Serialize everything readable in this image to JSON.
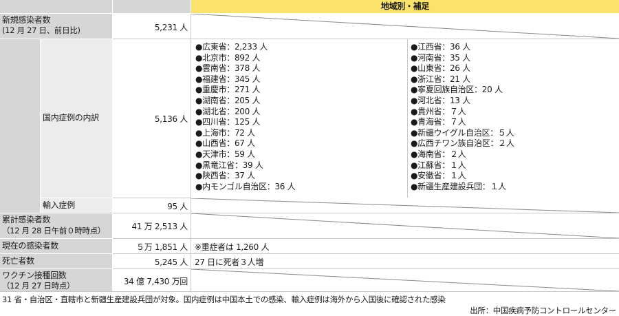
{
  "header": {
    "region_title": "地域別・補足"
  },
  "rows": {
    "new_cases": {
      "label_line1": "新規感染者数",
      "label_line2": "(12 月 27 日、前日比)",
      "value": "5,231 人"
    },
    "domestic": {
      "label": "国内症例の内訳",
      "value": "5,136 人",
      "list_left": [
        "●広東省：2,233 人",
        "●北京市：892 人",
        "●雲南省：378 人",
        "●福建省：345 人",
        "●重慶市：271 人",
        "●湖南省：205 人",
        "●湖北省：200 人",
        "●四川省：125 人",
        "●上海市：72 人",
        "●山西省：67 人",
        "●天津市：59 人",
        "●黒竜江省：39 人",
        "●陝西省：37 人",
        "●内モンゴル自治区：36 人"
      ],
      "list_right": [
        "●江西省：36 人",
        "●河南省：35 人",
        "●山東省：26 人",
        "●浙江省：21 人",
        "●寧夏回族自治区：20 人",
        "●河北省：13 人",
        "●貴州省：７人",
        "●青海省：７人",
        "●新疆ウイグル自治区：５人",
        "●広西チワン族自治区：２人",
        "●海南省：２人",
        "●江蘇省：１人",
        "●安徽省：１人",
        "●新疆生産建設兵団：１人"
      ]
    },
    "imported": {
      "label": "輸入症例",
      "value": "95 人"
    },
    "cumulative": {
      "label_line1": "累計感染者数",
      "label_line2": "（12 月 28 日午前０時時点）",
      "value": "41 万 2,513 人"
    },
    "current": {
      "label": "現在の感染者数",
      "value": "５万 1,851 人",
      "note": "※重症者は 1,260 人"
    },
    "deaths": {
      "label": "死亡者数",
      "value": "5,245 人",
      "note": "27 日に死者３人増"
    },
    "vaccine": {
      "label_line1": "ワクチン接種回数",
      "label_line2": "（12 月 27 日時点）",
      "value": "34 億 7,430 万回"
    }
  },
  "footnote": "31 省・自治区・直轄市と新疆生産建設兵団が対象。国内症例は中国本土での感染、輸入症例は海外から入国後に確認された感染",
  "source": "出所：中国疾病予防コントロールセンター"
}
